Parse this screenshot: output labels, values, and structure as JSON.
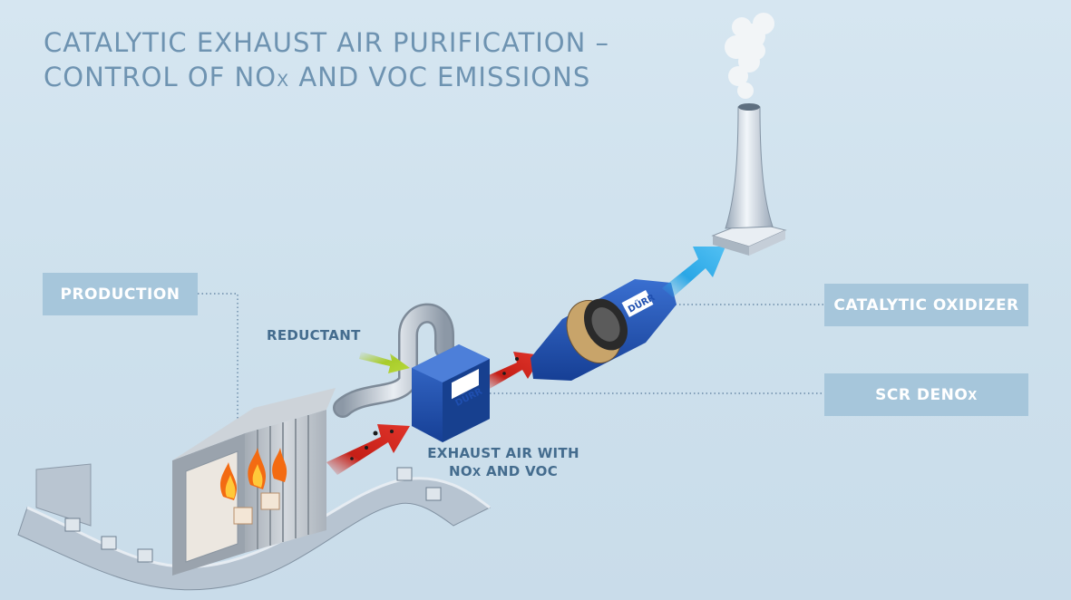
{
  "title": {
    "line1": "CATALYTIC EXHAUST AIR PURIFICATION –",
    "line2_pre": "CONTROL OF NO",
    "line2_sub": "X",
    "line2_post": " AND VOC EMISSIONS"
  },
  "labels": {
    "production": "PRODUCTION",
    "catalytic_oxidizer": "CATALYTIC OXIDIZER",
    "scr_denox_pre": "SCR DENO",
    "scr_denox_sub": "X",
    "reductant": "REDUCTANT",
    "exhaust_line1": "EXHAUST AIR WITH",
    "exhaust_line2_pre": "NO",
    "exhaust_line2_sub": "X",
    "exhaust_line2_post": " AND VOC"
  },
  "logos": {
    "brand": "DÜRR"
  },
  "colors": {
    "title": "#6e93b1",
    "label_box": "#a6c6db",
    "label_text": "#446c8e",
    "equipment_blue": "#1f4fb0",
    "hot_arrow": "#d42a1e",
    "clean_arrow": "#2aa7e6",
    "reductant_arrow": "#a8cc2a"
  },
  "icons": [
    "conveyor",
    "production-oven",
    "flame",
    "duct",
    "scr-reactor",
    "catalytic-oxidizer",
    "stack",
    "smoke-plume",
    "hot-air-arrow",
    "clean-air-arrow",
    "reductant-arrow"
  ]
}
